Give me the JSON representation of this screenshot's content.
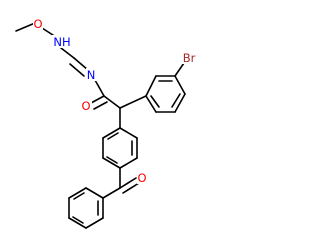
{
  "structure": {
    "atom_labels": {
      "methoxy_carbon": "",
      "ether_oxygen": "O",
      "amine_nitrogen": "NH",
      "imine_nitrogen": "N",
      "carbonyl_oxygen_amide": "O",
      "bromine": "Br",
      "carbonyl_oxygen_ketone": "O"
    },
    "colors": {
      "bond": "#000000",
      "oxygen": "#ff0000",
      "nitrogen": "#0000ff",
      "bromine": "#a52a2a",
      "background": "#ffffff"
    }
  }
}
